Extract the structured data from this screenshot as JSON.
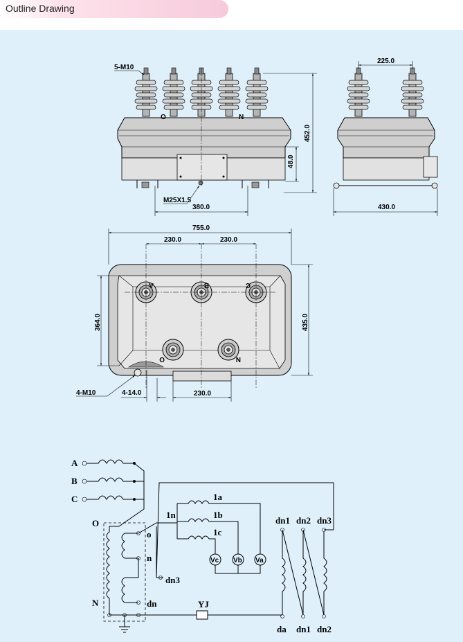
{
  "header": {
    "title": "Outline Drawing"
  },
  "front_view": {
    "bolt_label": "5-M10",
    "terminal_o": "O",
    "terminal_n": "N",
    "ground_screw": "M25X1.5",
    "dim_height": "452.0",
    "dim_base": "48.0",
    "dim_mount": "380.0"
  },
  "side_view": {
    "dim_top": "225.0",
    "dim_width": "430.0"
  },
  "top_view": {
    "dim_total": "755.0",
    "dim_left_span": "230.0",
    "dim_right_span": "230.0",
    "dim_inner_depth": "364.0",
    "dim_outer_depth": "435.0",
    "hole_label": "4-M10",
    "dim_hole": "4-14.0",
    "dim_bottom": "230.0",
    "marks": {
      "a": "A",
      "b": "B",
      "c": "C",
      "o": "O",
      "n": "N"
    }
  },
  "schematic": {
    "primary": [
      "A",
      "B",
      "C"
    ],
    "neutral_top": "O",
    "neutral_bottom": "N",
    "secondary": [
      "1a",
      "1b",
      "1c"
    ],
    "node_1n": "1n",
    "inner_o": "o",
    "inner_n": "n",
    "inner_dn3": "dn3",
    "inner_dn": "dn",
    "meters": [
      "Vc",
      "Vb",
      "Va"
    ],
    "open_delta_top": [
      "dn1",
      "dn2",
      "dn3"
    ],
    "open_delta_bottom": [
      "da",
      "dn1",
      "dn2"
    ],
    "resistor": "YJ"
  }
}
